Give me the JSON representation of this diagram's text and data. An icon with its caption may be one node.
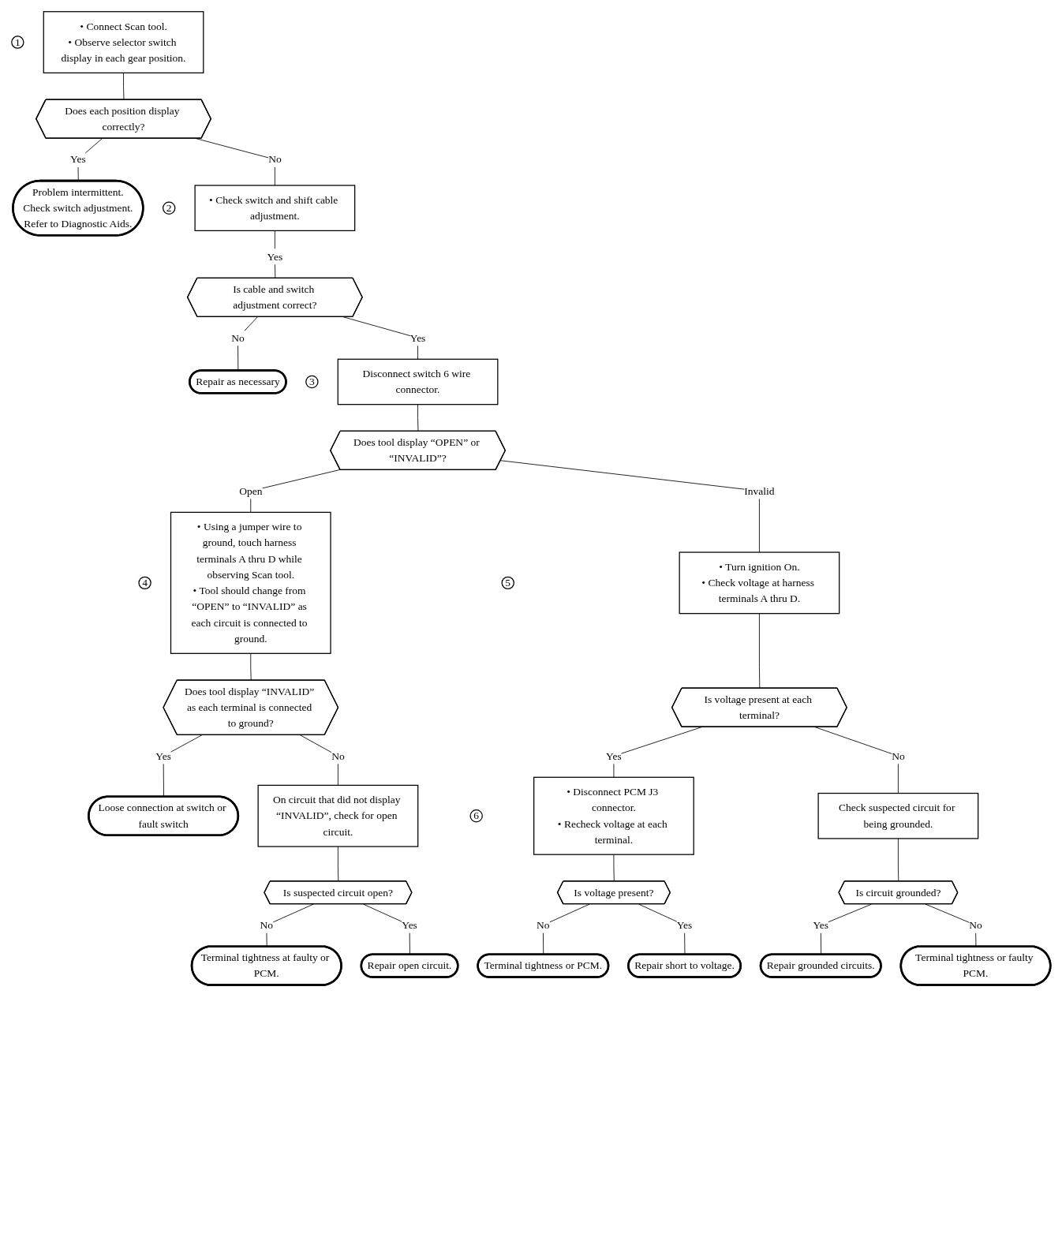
{
  "diagram": {
    "nodes": [
      {
        "text": [
          "1"
        ]
      },
      {
        "text": [
          "• Connect Scan tool.",
          "• Observe selector switch display in each gear position."
        ]
      },
      {
        "text": [
          "Does each position display correctly?"
        ]
      },
      {
        "text": [
          "Problem intermittent.",
          "Check switch adjustment.",
          "Refer to Diagnostic Aids."
        ]
      },
      {
        "text": [
          "2"
        ]
      },
      {
        "text": [
          "• Check switch and shift cable adjustment."
        ]
      },
      {
        "text": [
          "Is cable and switch adjustment correct?"
        ]
      },
      {
        "text": [
          "Repair as necessary"
        ]
      },
      {
        "text": [
          "3"
        ]
      },
      {
        "text": [
          "Disconnect switch 6 wire connector."
        ]
      },
      {
        "text": [
          "Does tool display “OPEN” or “INVALID”?"
        ]
      },
      {
        "text": [
          "4"
        ]
      },
      {
        "text": [
          "• Using a jumper wire to ground, touch harness terminals A thru D while observing Scan tool.",
          "• Tool should change from “OPEN” to “INVALID” as each circuit is connected to ground."
        ]
      },
      {
        "text": [
          "Does tool display “INVALID” as each terminal is connected to ground?"
        ]
      },
      {
        "text": [
          "Loose connection at switch or fault switch"
        ]
      },
      {
        "text": [
          "On circuit that did not display “INVALID”, check for open circuit."
        ]
      },
      {
        "text": [
          "Is suspected circuit open?"
        ]
      },
      {
        "text": [
          "Repair open circuit."
        ]
      },
      {
        "text": [
          "Terminal tightness at faulty or PCM."
        ]
      },
      {
        "text": [
          "5"
        ]
      },
      {
        "text": [
          "• Turn ignition On.",
          "• Check voltage at harness terminals A thru D."
        ]
      },
      {
        "text": [
          "Is voltage present at each terminal?"
        ]
      },
      {
        "text": [
          "6"
        ]
      },
      {
        "text": [
          "• Disconnect PCM J3 connector.",
          "• Recheck voltage at each terminal."
        ]
      },
      {
        "text": [
          "Is voltage present?"
        ]
      },
      {
        "text": [
          "Terminal tightness or PCM."
        ]
      },
      {
        "text": [
          "Repair short to voltage."
        ]
      },
      {
        "text": [
          "Check suspected circuit for being grounded."
        ]
      },
      {
        "text": [
          "Is circuit grounded?"
        ]
      },
      {
        "text": [
          "Terminal tightness or faulty PCM."
        ]
      },
      {
        "text": [
          "Repair grounded circuits."
        ]
      }
    ],
    "edges": [
      {
        "from": 1,
        "to": 2,
        "arrow": "none"
      },
      {
        "from": 2,
        "to": 5,
        "arrow": "none",
        "label": "No"
      },
      {
        "from": 2,
        "to": 3,
        "arrow": "none",
        "label": "Yes"
      },
      {
        "from": 5,
        "to": 6,
        "arrow": "none",
        "label": "Yes"
      },
      {
        "from": 6,
        "to": 9,
        "arrow": "none",
        "label": "Yes"
      },
      {
        "from": 6,
        "to": 7,
        "arrow": "none",
        "label": "No"
      },
      {
        "from": 9,
        "to": 10,
        "arrow": "none"
      },
      {
        "from": 10,
        "to": 12,
        "arrow": "none",
        "label": "Open"
      },
      {
        "from": 10,
        "to": 20,
        "arrow": "none",
        "label": "Invalid"
      },
      {
        "from": 12,
        "to": 13,
        "arrow": "none"
      },
      {
        "from": 13,
        "to": 15,
        "arrow": "none",
        "label": "No"
      },
      {
        "from": 13,
        "to": 14,
        "arrow": "none",
        "label": "Yes"
      },
      {
        "from": 15,
        "to": 16,
        "arrow": "none"
      },
      {
        "from": 16,
        "to": 18,
        "arrow": "none",
        "label": "No"
      },
      {
        "from": 16,
        "to": 17,
        "arrow": "none",
        "label": "Yes"
      },
      {
        "from": 20,
        "to": 21,
        "arrow": "none"
      },
      {
        "from": 21,
        "to": 23,
        "arrow": "none",
        "label": "Yes"
      },
      {
        "from": 21,
        "to": 27,
        "arrow": "none",
        "label": "No"
      },
      {
        "from": 23,
        "to": 24,
        "arrow": "none"
      },
      {
        "from": 24,
        "to": 25,
        "arrow": "none",
        "label": "No"
      },
      {
        "from": 24,
        "to": 26,
        "arrow": "none",
        "label": "Yes"
      },
      {
        "from": 27,
        "to": 28,
        "arrow": "none"
      },
      {
        "from": 28,
        "to": 30,
        "arrow": "none",
        "label": "Yes"
      },
      {
        "from": 28,
        "to": 29,
        "arrow": "none",
        "label": "No"
      }
    ]
  }
}
